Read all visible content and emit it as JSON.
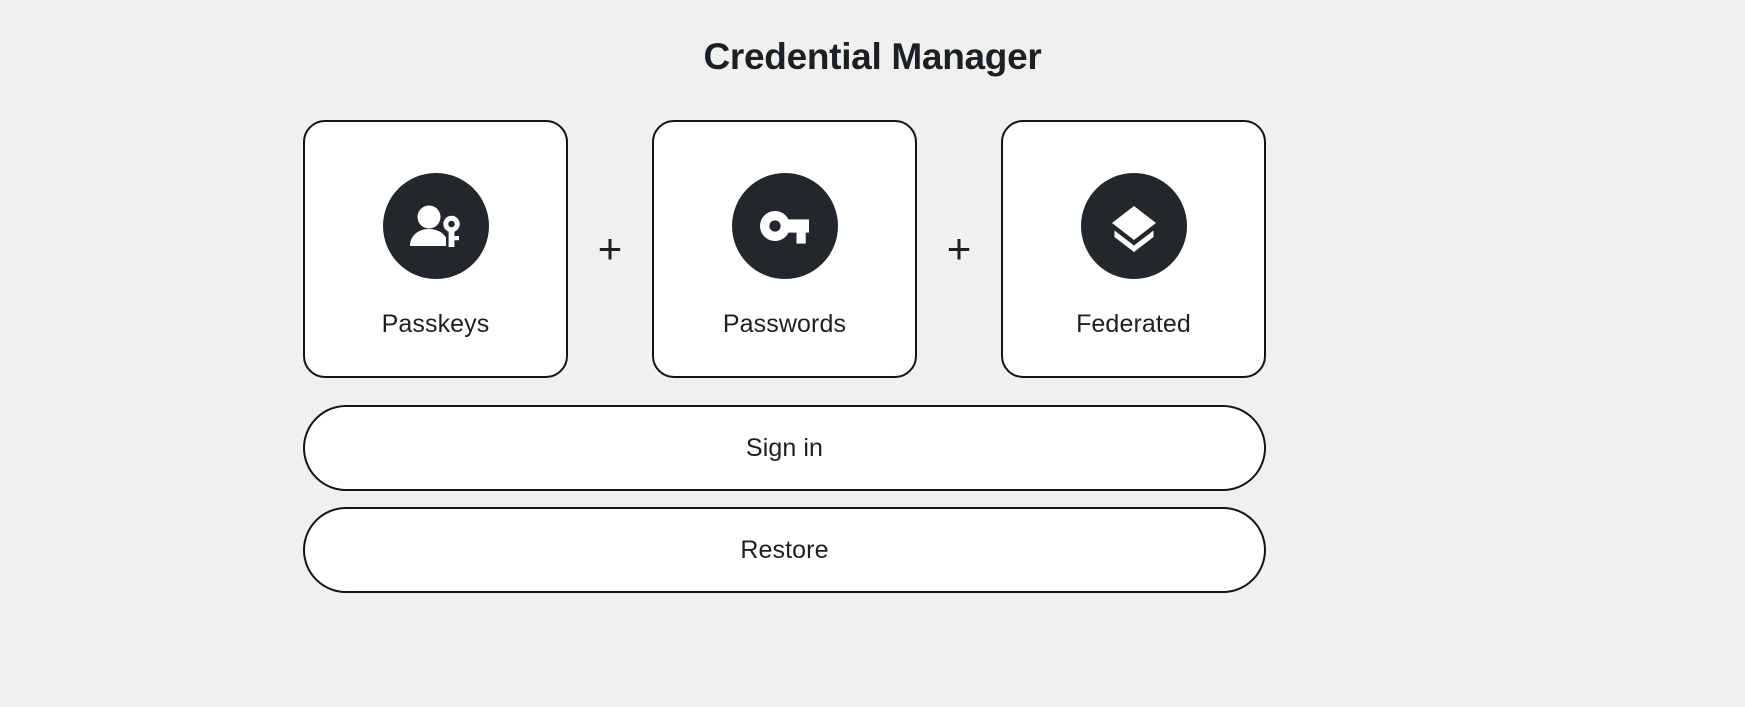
{
  "header": {
    "title": "Credential Manager"
  },
  "colors": {
    "background": "#f0f0f0",
    "card_surface": "#ffffff",
    "border": "#111418",
    "text": "#1d2023",
    "icon_circle": "#23262b",
    "icon_glyph": "#ffffff"
  },
  "credential_types": [
    {
      "label": "Passkeys",
      "icon": "person-key-icon"
    },
    {
      "label": "Passwords",
      "icon": "key-icon"
    },
    {
      "label": "Federated",
      "icon": "layers-icon"
    }
  ],
  "separators": {
    "symbol": "+",
    "count": 2
  },
  "actions": {
    "sign_in_label": "Sign in",
    "restore_label": "Restore"
  }
}
